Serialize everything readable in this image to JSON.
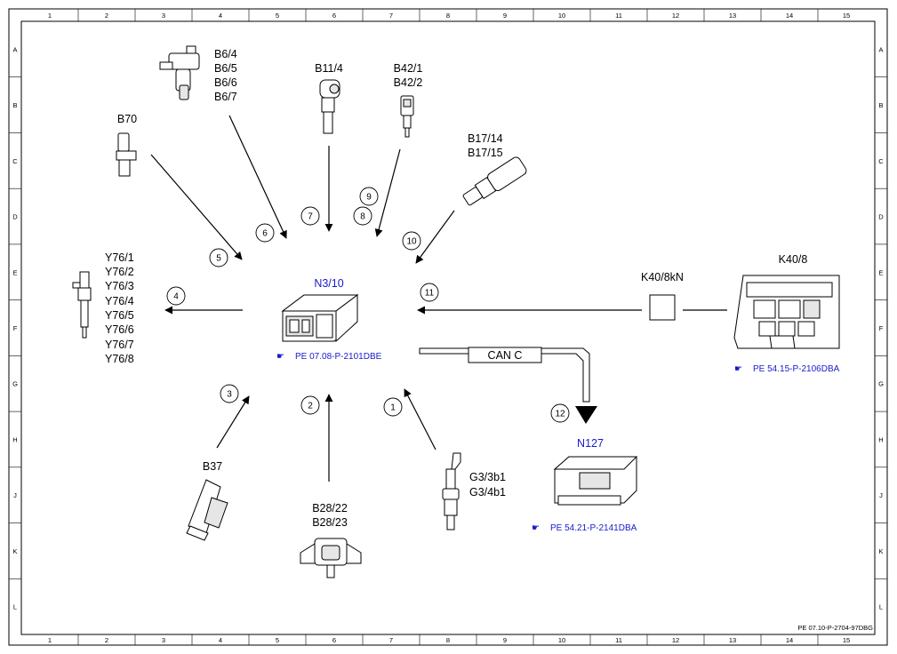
{
  "grid": {
    "columns": [
      "1",
      "2",
      "3",
      "4",
      "5",
      "6",
      "7",
      "8",
      "9",
      "10",
      "11",
      "12",
      "13",
      "14",
      "15"
    ],
    "rows": [
      "A",
      "B",
      "C",
      "D",
      "E",
      "F",
      "G",
      "H",
      "J",
      "K",
      "L"
    ]
  },
  "ecu": {
    "code": "N3/10",
    "ref": "PE 07.08-P-2101DBE"
  },
  "can_label": "CAN C",
  "n127": {
    "code": "N127",
    "ref": "PE 54.21-P-2141DBA"
  },
  "k40": {
    "code": "K40/8",
    "ref": "PE 54.15-P-2106DBA"
  },
  "relay": {
    "code": "K40/8kN"
  },
  "components": {
    "b6": [
      "B6/4",
      "B6/5",
      "B6/6",
      "B6/7"
    ],
    "b11": [
      "B11/4"
    ],
    "b42": [
      "B42/1",
      "B42/2"
    ],
    "b70": [
      "B70"
    ],
    "b17": [
      "B17/14",
      "B17/15"
    ],
    "y76": [
      "Y76/1",
      "Y76/2",
      "Y76/3",
      "Y76/4",
      "Y76/5",
      "Y76/6",
      "Y76/7",
      "Y76/8"
    ],
    "b37": [
      "B37"
    ],
    "b28": [
      "B28/22",
      "B28/23"
    ],
    "g3": [
      "G3/3b1",
      "G3/4b1"
    ]
  },
  "signals": [
    "1",
    "2",
    "3",
    "4",
    "5",
    "6",
    "7",
    "8",
    "9",
    "10",
    "11",
    "12"
  ],
  "footer_ref": "PE 07.10-P-2704-97DBG",
  "colors": {
    "accent_blue": "#1a1acc",
    "line": "#000000"
  }
}
